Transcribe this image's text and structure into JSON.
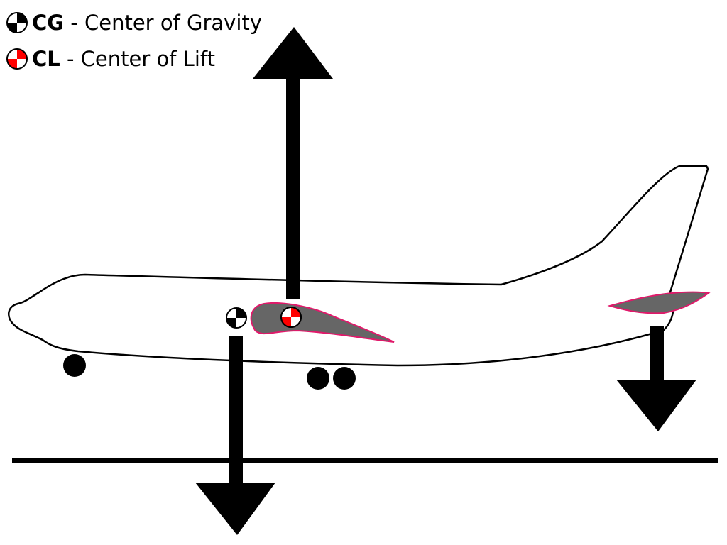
{
  "legend": {
    "items": [
      {
        "abbr": "CG",
        "label": " - Center of Gravity",
        "icon": "cg-marker-icon"
      },
      {
        "abbr": "CL",
        "label": " - Center of Lift",
        "icon": "cl-marker-icon"
      }
    ]
  },
  "colors": {
    "line": "#000000",
    "airfoil_fill": "#666666",
    "airfoil_stroke": "#e0196a",
    "cl_marker": "#ff0000",
    "background": "#ffffff"
  }
}
